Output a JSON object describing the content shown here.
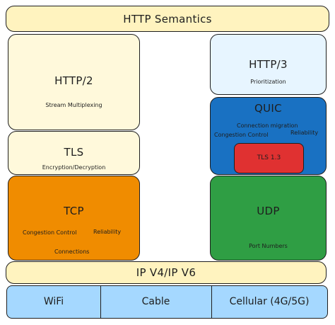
{
  "http_semantics": {
    "label": "HTTP Semantics"
  },
  "left_stack": {
    "http2": {
      "title": "HTTP/2",
      "feature": "Stream Multiplexing"
    },
    "tls": {
      "title": "TLS",
      "feature": "Encryption/Decryption"
    },
    "tcp": {
      "title": "TCP",
      "features": [
        "Congestion Control",
        "Reliability",
        "Connections"
      ]
    }
  },
  "right_stack": {
    "http3": {
      "title": "HTTP/3",
      "feature": "Prioritization"
    },
    "quic": {
      "title": "QUIC",
      "features": [
        "Connection migration",
        "Congestion Control",
        "Reliability"
      ],
      "tls_label": "TLS 1.3"
    },
    "udp": {
      "title": "UDP",
      "feature": "Port Numbers"
    }
  },
  "ip_layer": {
    "label": "IP V4/IP V6"
  },
  "link_layer": {
    "items": [
      "WiFi",
      "Cable",
      "Cellular (4G/5G)"
    ]
  },
  "colors": {
    "yellow_light": "#fff3bf",
    "yellow_lighter": "#fff9db",
    "blue_light": "#e7f5ff",
    "orange": "#f08c00",
    "blue": "#1971c2",
    "red": "#e03131",
    "green": "#2f9e44",
    "link_blue": "#a5d8ff"
  }
}
